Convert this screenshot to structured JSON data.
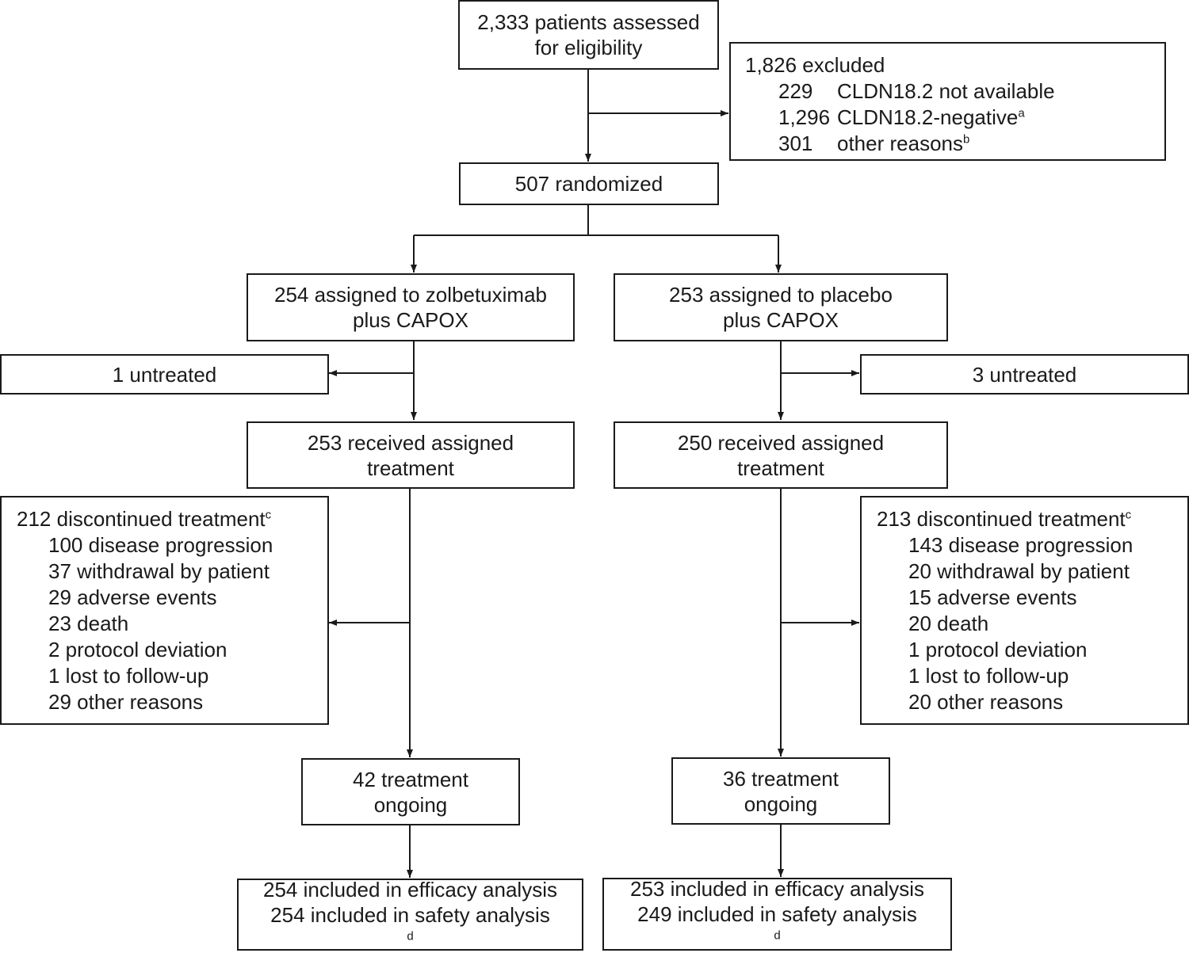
{
  "assessed": {
    "line1": "2,333 patients assessed",
    "line2": "for eligibility"
  },
  "excluded": {
    "title": "1,826 excluded",
    "rows": [
      {
        "num": "229",
        "label": "CLDN18.2 not available",
        "sup": ""
      },
      {
        "num": "1,296",
        "label": "CLDN18.2-negative",
        "sup": "a"
      },
      {
        "num": "301",
        "label": "other reasons",
        "sup": "b"
      }
    ]
  },
  "randomized": {
    "label": "507 randomized"
  },
  "arm_left": {
    "assigned": {
      "line1": "254 assigned to zolbetuximab",
      "line2": "plus CAPOX"
    },
    "untreated": "1 untreated",
    "received": {
      "line1": "253 received assigned",
      "line2": "treatment"
    },
    "discontinued": {
      "title": "212 discontinued treatment",
      "sup": "c",
      "items": [
        "100 disease progression",
        "37 withdrawal by patient",
        "29 adverse events",
        "23 death",
        "2 protocol deviation",
        "1 lost to follow-up",
        "29 other reasons"
      ]
    },
    "ongoing": {
      "line1": "42 treatment",
      "line2": "ongoing"
    },
    "analysis": {
      "efficacy": "254 included in efficacy analysis",
      "safety": "254 included in safety analysis",
      "sup": "d"
    }
  },
  "arm_right": {
    "assigned": {
      "line1": "253 assigned to placebo",
      "line2": "plus CAPOX"
    },
    "untreated": "3 untreated",
    "received": {
      "line1": "250 received assigned",
      "line2": "treatment"
    },
    "discontinued": {
      "title": "213 discontinued treatment",
      "sup": "c",
      "items": [
        "143 disease progression",
        "20 withdrawal by patient",
        "15 adverse events",
        "20 death",
        "1 protocol deviation",
        "1 lost to follow-up",
        "20 other reasons"
      ]
    },
    "ongoing": {
      "line1": "36 treatment",
      "line2": "ongoing"
    },
    "analysis": {
      "efficacy": "253 included in efficacy analysis",
      "safety": "249 included in safety analysis",
      "sup": "d"
    }
  }
}
